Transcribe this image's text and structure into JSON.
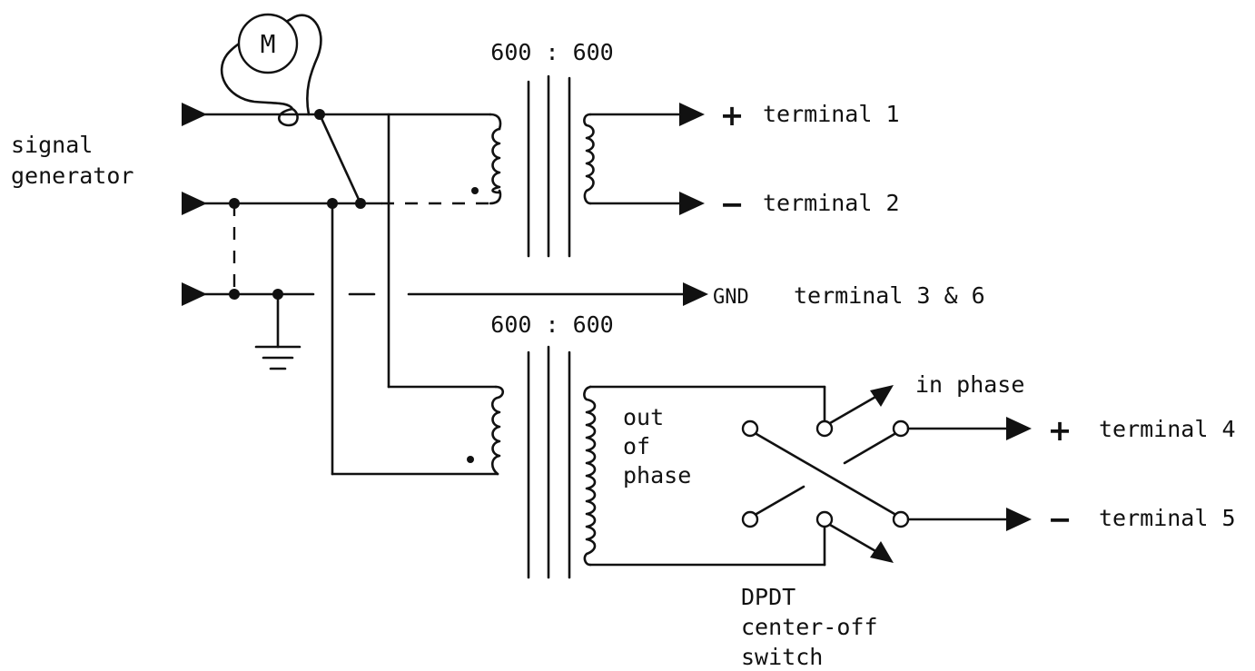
{
  "labels": {
    "motor": "M",
    "source_line1": "signal",
    "source_line2": "generator",
    "ratio_top": "600 : 600",
    "ratio_bottom": "600 : 600",
    "sign_plus_1": "+",
    "terminal_1": "terminal 1",
    "sign_minus_2": "−",
    "terminal_2": "terminal 2",
    "gnd": "GND",
    "terminal_36": "terminal 3 & 6",
    "in_phase": "in phase",
    "out_phase_line1": "out",
    "out_phase_line2": "of",
    "out_phase_line3": "phase",
    "sign_plus_4": "+",
    "terminal_4": "terminal 4",
    "sign_minus_5": "−",
    "terminal_5": "terminal 5",
    "switch_line1": "DPDT",
    "switch_line2": "center-off",
    "switch_line3": "switch"
  }
}
